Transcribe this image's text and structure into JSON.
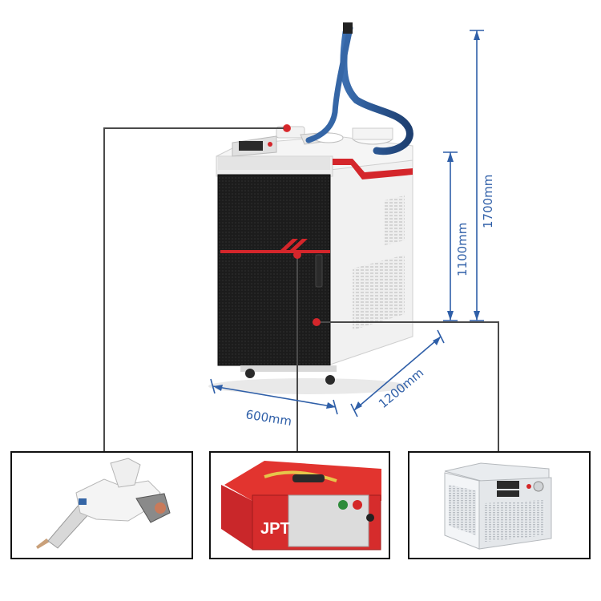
{
  "dimensions": {
    "width_label": "600mm",
    "depth_label": "1200mm",
    "height_body_label": "1100mm",
    "height_total_label": "1700mm"
  },
  "components": {
    "laser_source_brand": "JPT"
  },
  "colors": {
    "dimension_line": "#2f5fa8",
    "callout_line": "#4a4a4a",
    "accent_red": "#d4262b",
    "cabinet_black": "#1a1a1a",
    "body_white": "#f3f3f3"
  }
}
